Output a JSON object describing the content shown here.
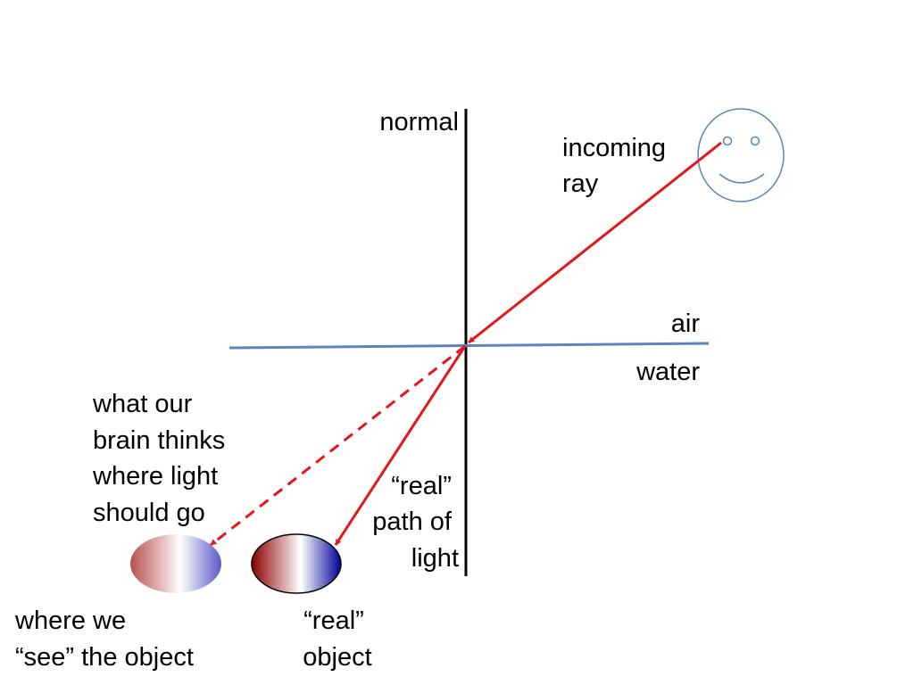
{
  "colors": {
    "normal_line": "#000000",
    "surface_line": "#5b84bd",
    "ray": "#e3161b",
    "face": "#5b84bd",
    "real_object_red": "#8b0000",
    "real_object_blue": "#000099",
    "apparent_object_red": "#b85050",
    "apparent_object_blue": "#5a5ac8"
  },
  "labels": {
    "normal": "normal",
    "incoming_ray": [
      "incoming",
      "ray"
    ],
    "air": "air",
    "water": "water",
    "brain_thinks": [
      "what our",
      "brain thinks",
      "where light",
      "should go"
    ],
    "real_path": [
      "“real”",
      "path of",
      "light"
    ],
    "where_we_see": [
      "where we",
      "“see” the object"
    ],
    "real_object": [
      "“real”",
      "object"
    ]
  },
  "icons": {
    "observer": "smiley-face-icon"
  }
}
